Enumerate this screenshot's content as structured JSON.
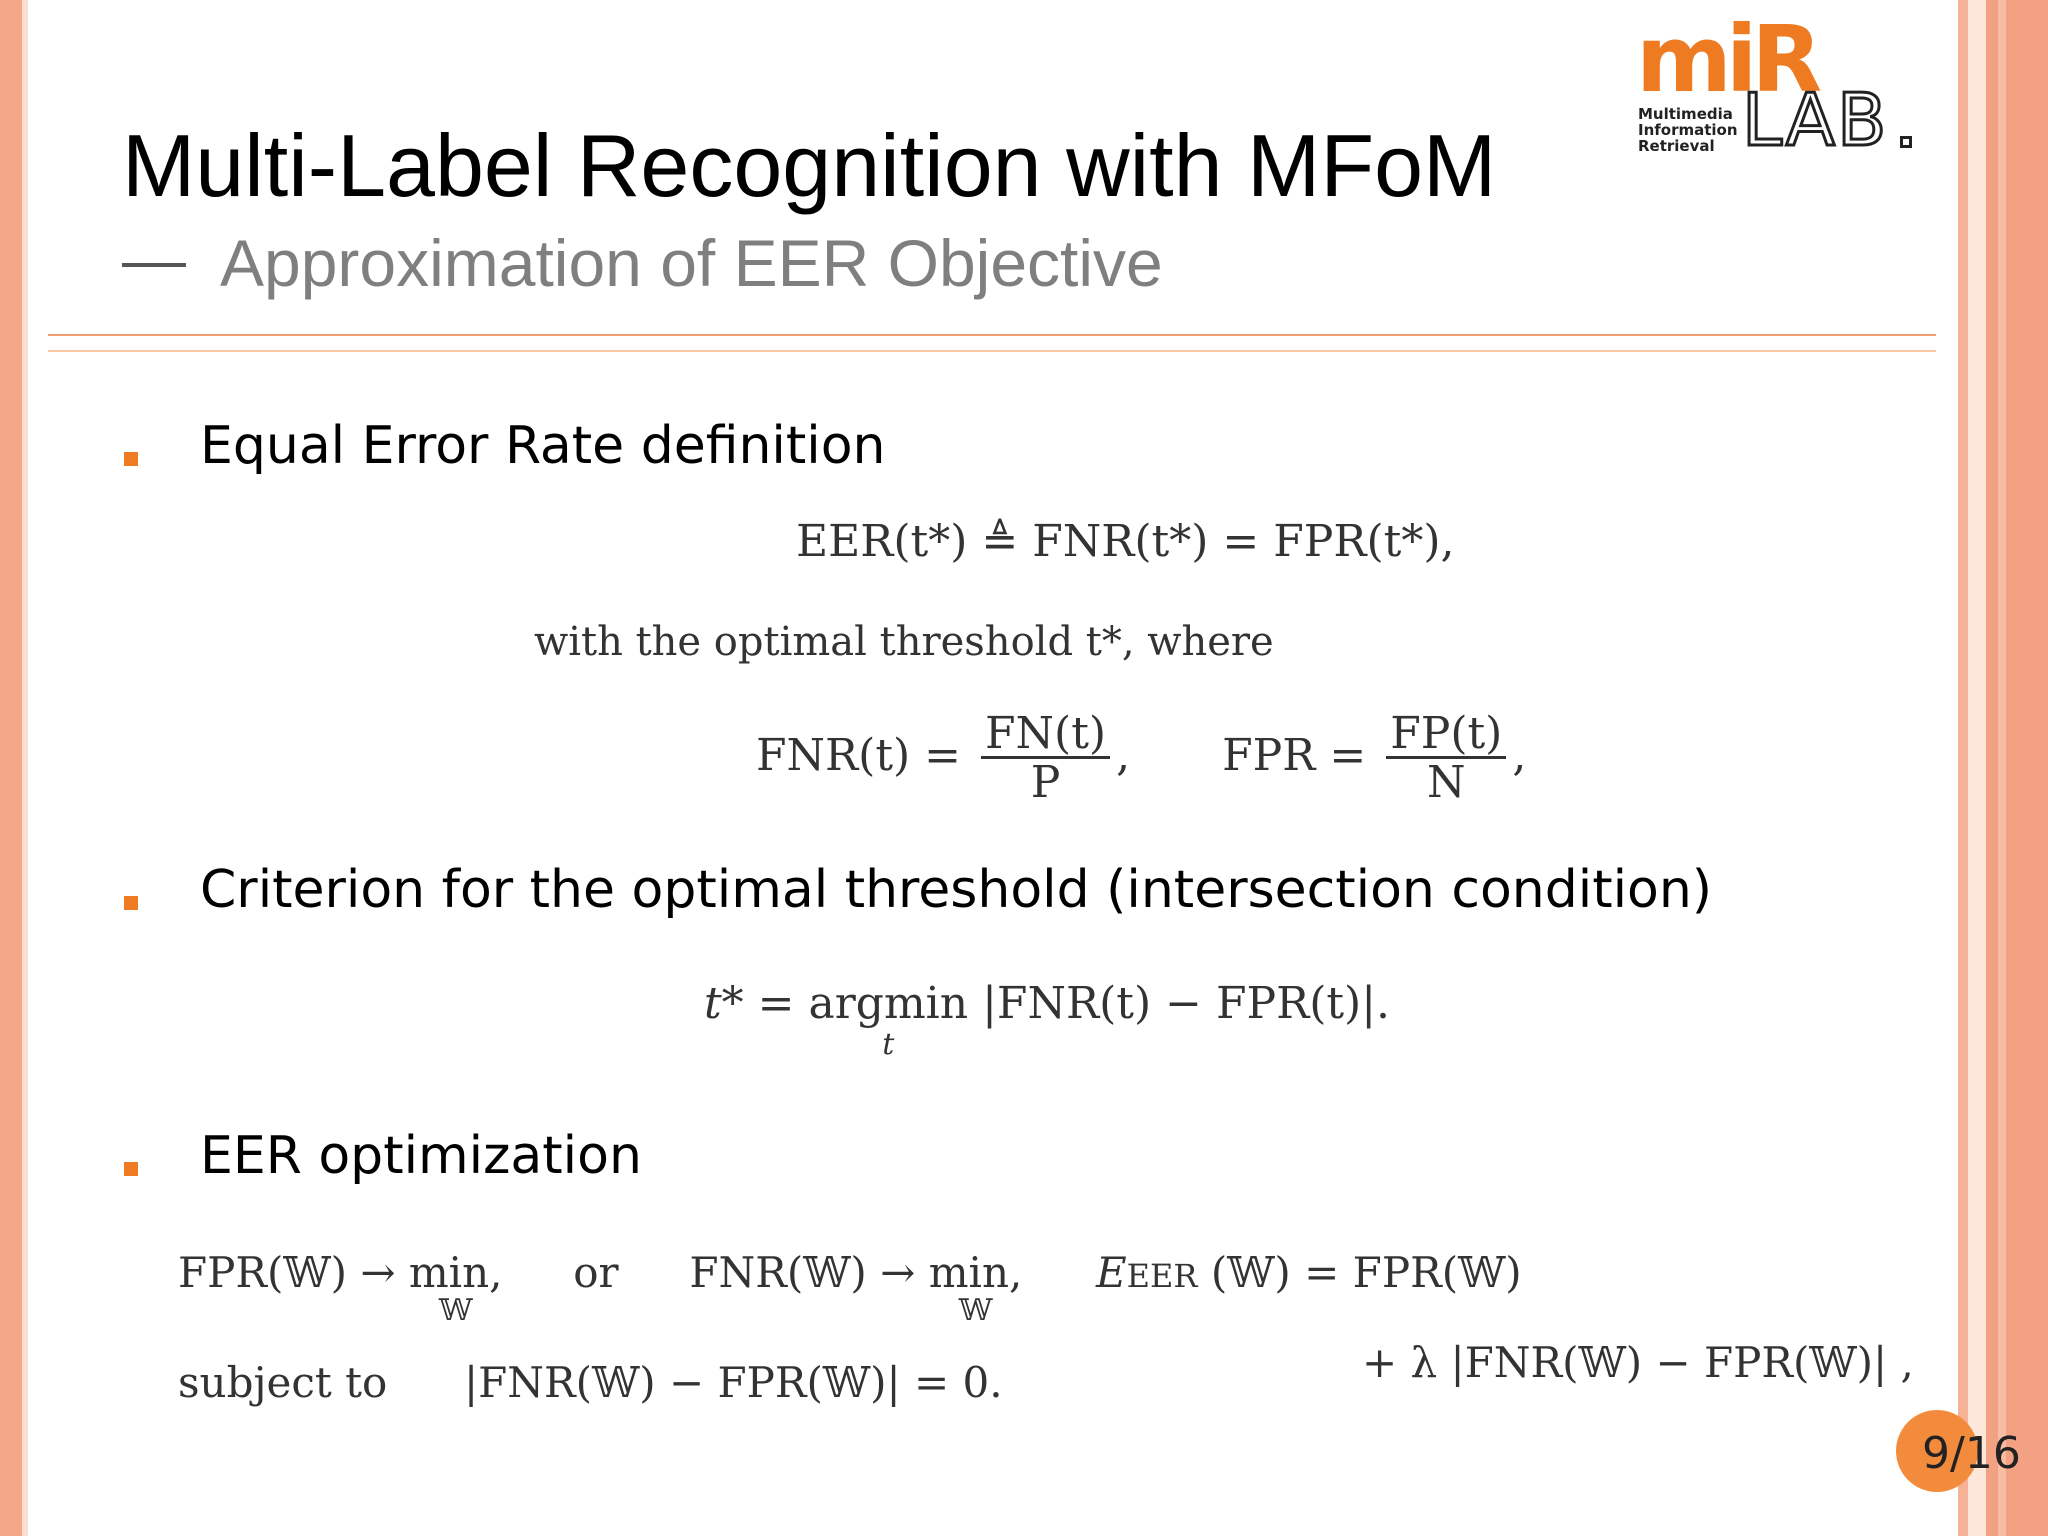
{
  "logo": {
    "brand_top": "miR",
    "brand_bottom": "LAB",
    "subtitle_lines": [
      "Multimedia",
      "Information",
      "Retrieval"
    ]
  },
  "slide": {
    "title": "Multi-Label Recognition with MFoM",
    "subtitle": "Approximation of EER Objective",
    "page_number": "9/16"
  },
  "bullets": [
    {
      "text": "Equal Error Rate definition"
    },
    {
      "text": "Criterion for the optimal threshold (intersection condition)"
    },
    {
      "text": "EER optimization"
    }
  ],
  "equations": {
    "eer_def": "EER(t*) ≜ FNR(t*) = FPR(t*),",
    "with_text": "with the optimal threshold t*, where",
    "fnr_lhs": "FNR(t) =",
    "fnr_num": "FN(t)",
    "fnr_den": "P",
    "fpr_lhs": "FPR =",
    "fpr_num": "FP(t)",
    "fpr_den": "N",
    "criterion_lhs": "t* = ",
    "criterion_op": "argmin",
    "criterion_sub": "t",
    "criterion_rhs": "|FNR(t) − FPR(t)|.",
    "opt_line1_a": "FPR(𝕎) → ",
    "opt_min": "min,",
    "opt_min_sub": "𝕎",
    "opt_or": "or",
    "opt_line1_b": "FNR(𝕎) → ",
    "opt_eer_lhs": "E",
    "opt_eer_sub": "EER",
    "opt_eer_rhs": "(𝕎) = FPR(𝕎)",
    "opt_subject": "subject to",
    "opt_constraint": "|FNR(𝕎) − FPR(𝕎)| = 0.",
    "opt_eer_line2": "+ λ |FNR(𝕎) − FPR(𝕎)| ,"
  }
}
